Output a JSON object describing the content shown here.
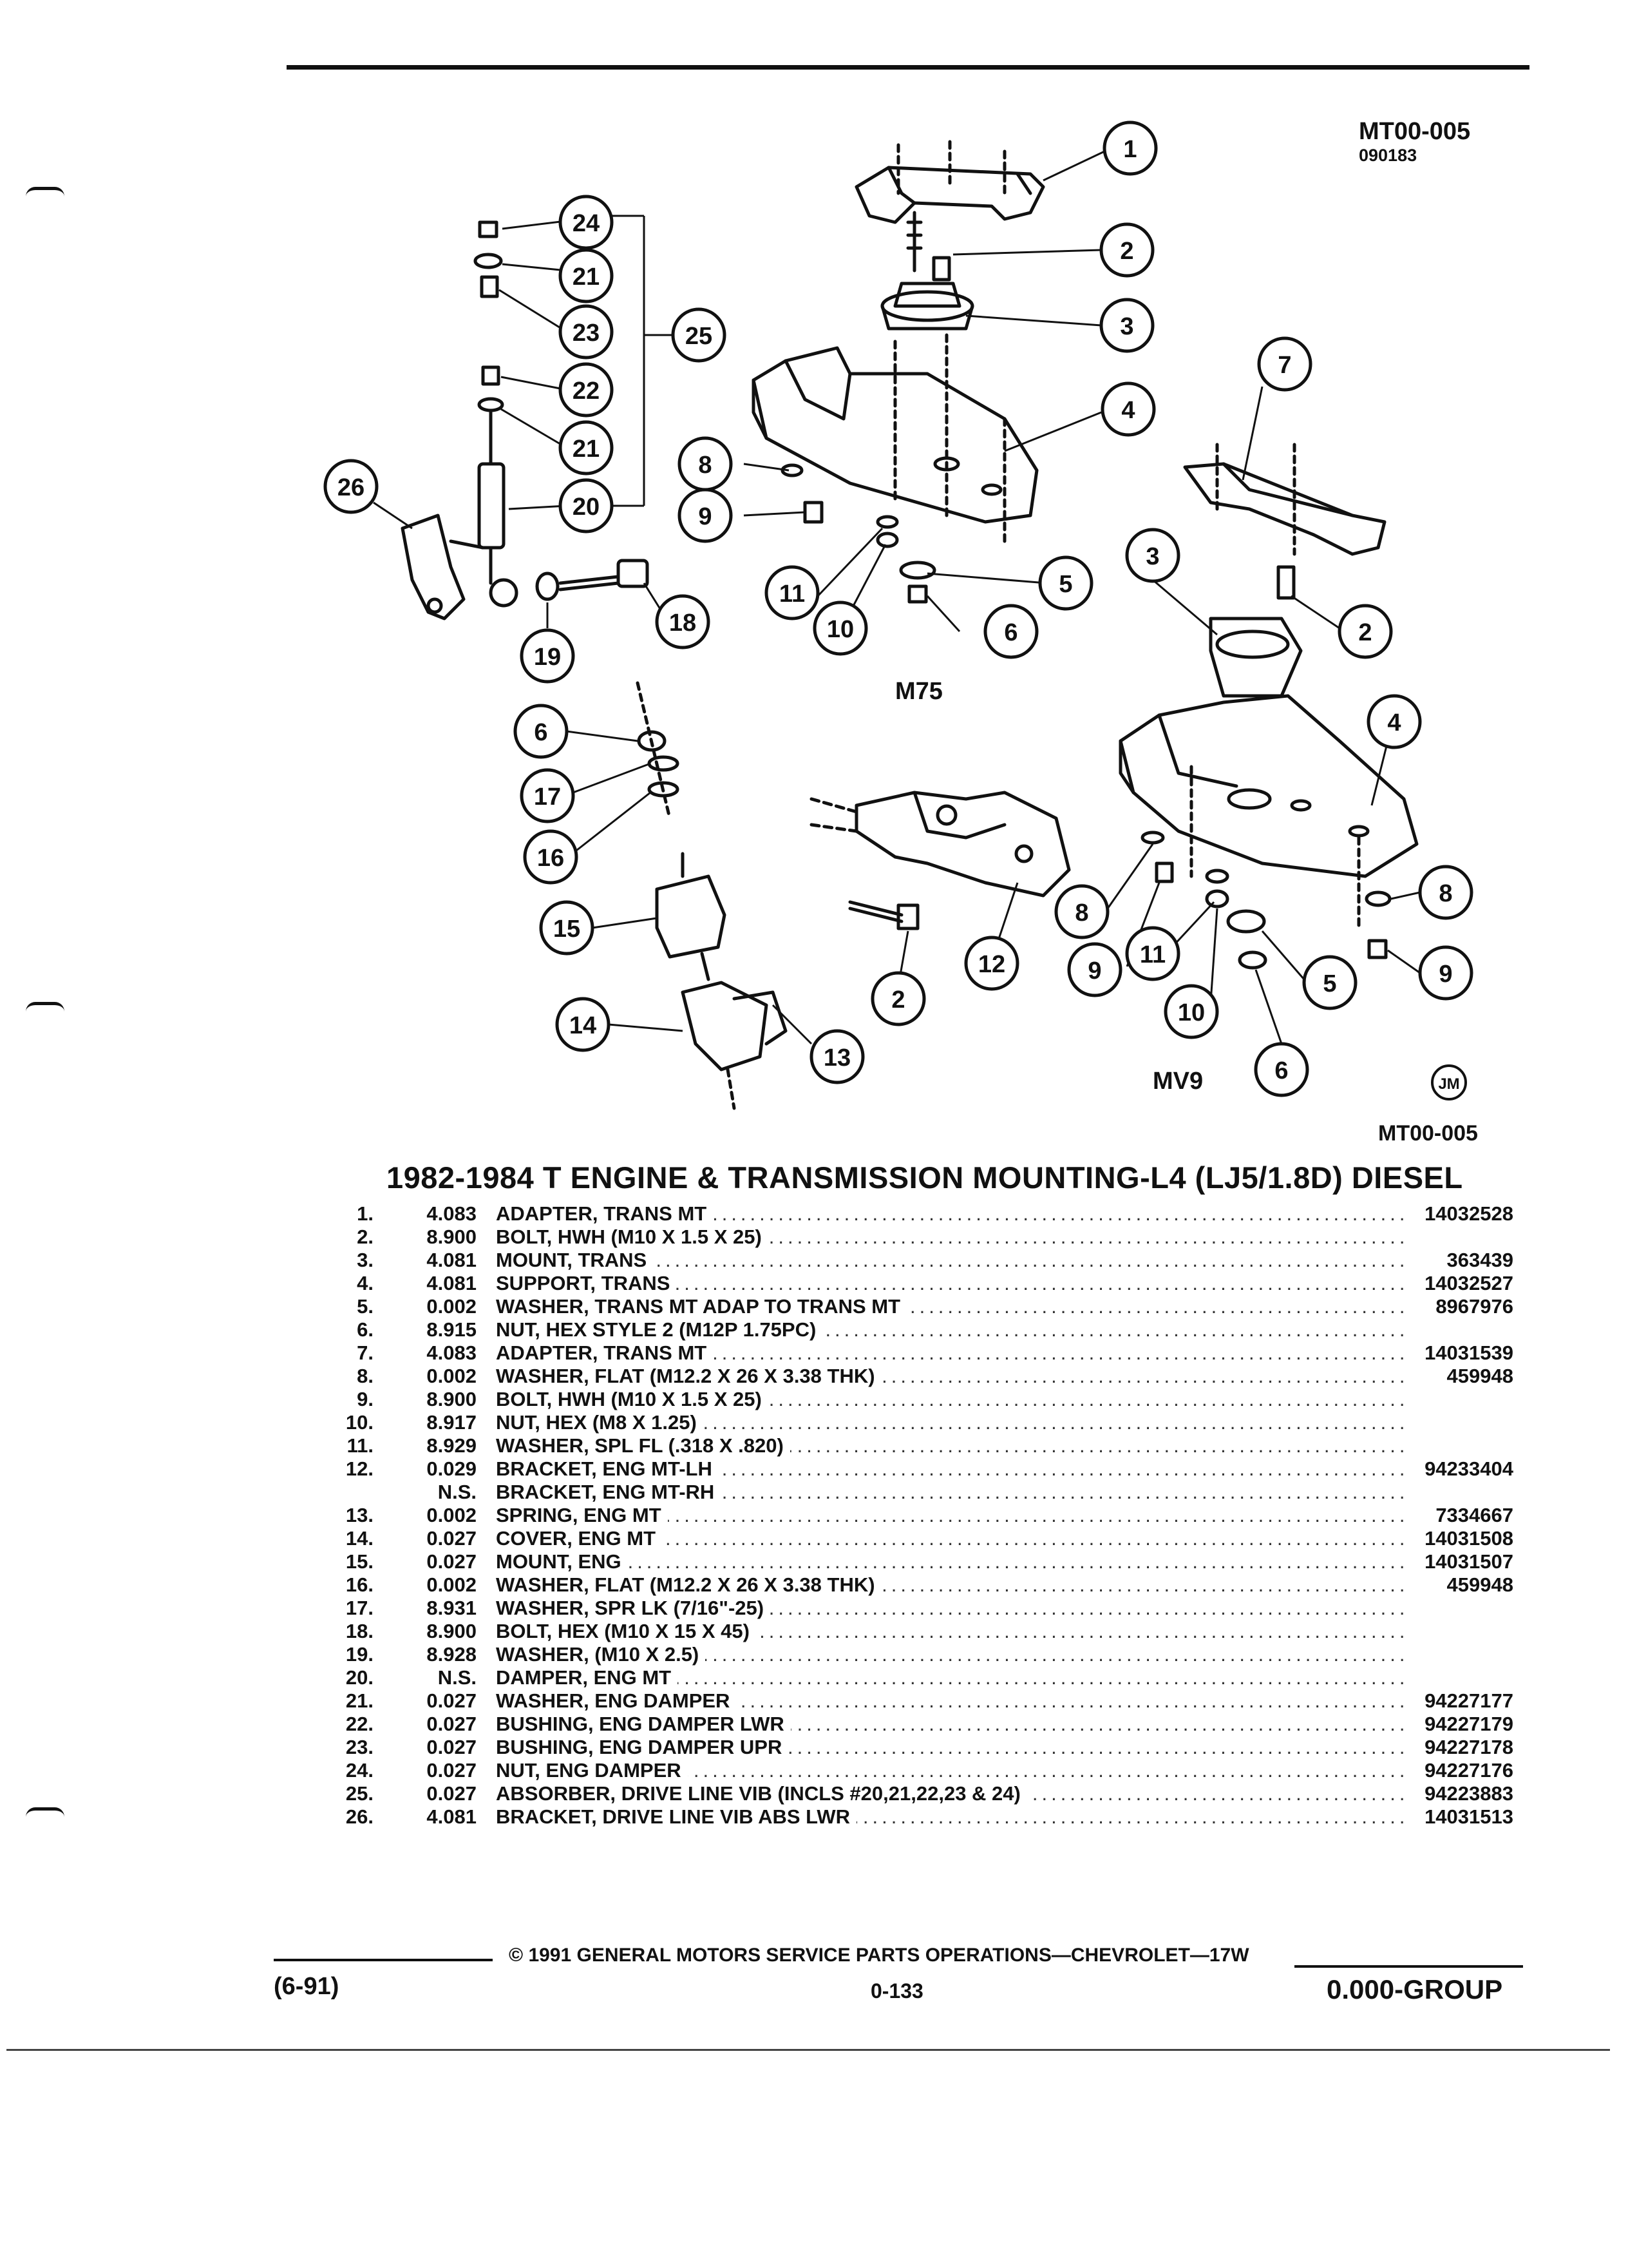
{
  "header": {
    "ref_code": "MT00-005",
    "ref_date": "090183"
  },
  "diagram": {
    "labels": {
      "m75": "M75",
      "mv9": "MV9",
      "jm_mark": "JM",
      "bottom_ref": "MT00-005"
    },
    "callouts_m75": [
      "1",
      "2",
      "3",
      "4",
      "5",
      "6",
      "8",
      "9",
      "10",
      "11"
    ],
    "callouts_damper": [
      "24",
      "21",
      "23",
      "22",
      "21",
      "20",
      "25",
      "26",
      "18",
      "19"
    ],
    "callouts_mv9": [
      "7",
      "3",
      "2",
      "4",
      "8",
      "9",
      "11",
      "10",
      "5",
      "6",
      "12",
      "2"
    ],
    "callouts_engine": [
      "6",
      "17",
      "16",
      "15",
      "14",
      "13"
    ]
  },
  "title": "1982-1984 T ENGINE & TRANSMISSION MOUNTING-L4 (LJ5/1.8D) DIESEL",
  "parts": [
    {
      "idx": "1.",
      "grp": "4.083",
      "name": "ADAPTER",
      "desc": ", TRANS MT",
      "pn": "14032528"
    },
    {
      "idx": "2.",
      "grp": "8.900",
      "name": "BOLT",
      "desc": ", HWH (M10 X 1.5 X 25)",
      "pn": ""
    },
    {
      "idx": "3.",
      "grp": "4.081",
      "name": "MOUNT",
      "desc": ", TRANS",
      "pn": "363439"
    },
    {
      "idx": "4.",
      "grp": "4.081",
      "name": "SUPPORT",
      "desc": ", TRANS",
      "pn": "14032527"
    },
    {
      "idx": "5.",
      "grp": "0.002",
      "name": "WASHER",
      "desc": ", TRANS MT ADAP TO TRANS MT",
      "pn": "8967976"
    },
    {
      "idx": "6.",
      "grp": "8.915",
      "name": "NUT",
      "desc": ", HEX STYLE 2 (M12P 1.75PC)",
      "pn": ""
    },
    {
      "idx": "7.",
      "grp": "4.083",
      "name": "ADAPTER",
      "desc": ", TRANS MT",
      "pn": "14031539"
    },
    {
      "idx": "8.",
      "grp": "0.002",
      "name": "WASHER",
      "desc": ", FLAT (M12.2 X 26 X 3.38 THK)",
      "pn": "459948"
    },
    {
      "idx": "9.",
      "grp": "8.900",
      "name": "BOLT",
      "desc": ", HWH (M10 X 1.5 X 25)",
      "pn": ""
    },
    {
      "idx": "10.",
      "grp": "8.917",
      "name": "NUT",
      "desc": ", HEX (M8 X 1.25)",
      "pn": ""
    },
    {
      "idx": "11.",
      "grp": "8.929",
      "name": "WASHER",
      "desc": ", SPL FL (.318 X .820)",
      "pn": ""
    },
    {
      "idx": "12.",
      "grp": "0.029",
      "name": "BRACKET",
      "desc": ", ENG MT-LH",
      "pn": "94233404"
    },
    {
      "idx": "",
      "grp": "N.S.",
      "name": "BRACKET",
      "desc": ", ENG MT-RH",
      "pn": ""
    },
    {
      "idx": "13.",
      "grp": "0.002",
      "name": "SPRING",
      "desc": ", ENG MT",
      "pn": "7334667"
    },
    {
      "idx": "14.",
      "grp": "0.027",
      "name": "COVER",
      "desc": ", ENG MT",
      "pn": "14031508"
    },
    {
      "idx": "15.",
      "grp": "0.027",
      "name": "MOUNT",
      "desc": ", ENG",
      "pn": "14031507"
    },
    {
      "idx": "16.",
      "grp": "0.002",
      "name": "WASHER",
      "desc": ", FLAT (M12.2 X 26 X 3.38 THK)",
      "pn": "459948"
    },
    {
      "idx": "17.",
      "grp": "8.931",
      "name": "WASHER",
      "desc": ", SPR LK (7/16\"-25)",
      "pn": ""
    },
    {
      "idx": "18.",
      "grp": "8.900",
      "name": "BOLT",
      "desc": ", HEX (M10 X 15 X 45)",
      "pn": ""
    },
    {
      "idx": "19.",
      "grp": "8.928",
      "name": "WASHER",
      "desc": ", (M10 X 2.5)",
      "pn": ""
    },
    {
      "idx": "20.",
      "grp": "N.S.",
      "name": "DAMPER",
      "desc": ", ENG MT",
      "pn": ""
    },
    {
      "idx": "21.",
      "grp": "0.027",
      "name": "WASHER",
      "desc": ", ENG DAMPER",
      "pn": "94227177"
    },
    {
      "idx": "22.",
      "grp": "0.027",
      "name": "BUSHING",
      "desc": ", ENG DAMPER LWR",
      "pn": "94227179"
    },
    {
      "idx": "23.",
      "grp": "0.027",
      "name": "BUSHING",
      "desc": ", ENG DAMPER UPR",
      "pn": "94227178"
    },
    {
      "idx": "24.",
      "grp": "0.027",
      "name": "NUT",
      "desc": ", ENG DAMPER",
      "pn": "94227176"
    },
    {
      "idx": "25.",
      "grp": "0.027",
      "name": "ABSORBER",
      "desc": ", DRIVE LINE VIB (INCLS #20,21,22,23 & 24)",
      "pn": "94223883"
    },
    {
      "idx": "26.",
      "grp": "4.081",
      "name": "BRACKET",
      "desc": ", DRIVE LINE VIB ABS LWR",
      "pn": "14031513"
    }
  ],
  "footer": {
    "copyright": "© 1991 GENERAL MOTORS SERVICE PARTS OPERATIONS—CHEVROLET—17W",
    "date_code": "(6-91)",
    "page": "0-133",
    "group": "0.000-GROUP"
  }
}
